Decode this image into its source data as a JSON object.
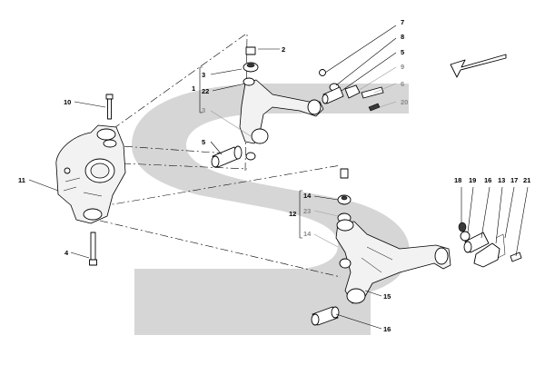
{
  "callouts": [
    {
      "id": "c2",
      "text": "2",
      "tone": "black"
    },
    {
      "id": "c7",
      "text": "7",
      "tone": "black"
    },
    {
      "id": "c8",
      "text": "8",
      "tone": "black"
    },
    {
      "id": "c5a",
      "text": "5",
      "tone": "black"
    },
    {
      "id": "c9",
      "text": "9",
      "tone": "grey"
    },
    {
      "id": "c6",
      "text": "6",
      "tone": "grey"
    },
    {
      "id": "c20",
      "text": "20",
      "tone": "grey"
    },
    {
      "id": "c3a",
      "text": "3",
      "tone": "black"
    },
    {
      "id": "c1",
      "text": "1",
      "tone": "black"
    },
    {
      "id": "c22",
      "text": "22",
      "tone": "black"
    },
    {
      "id": "c3b",
      "text": "3",
      "tone": "grey"
    },
    {
      "id": "c5b",
      "text": "5",
      "tone": "black"
    },
    {
      "id": "c10",
      "text": "10",
      "tone": "black"
    },
    {
      "id": "c11",
      "text": "11",
      "tone": "black"
    },
    {
      "id": "c4",
      "text": "4",
      "tone": "black"
    },
    {
      "id": "c14a",
      "text": "14",
      "tone": "black"
    },
    {
      "id": "c12",
      "text": "12",
      "tone": "black"
    },
    {
      "id": "c23",
      "text": "23",
      "tone": "grey"
    },
    {
      "id": "c14b",
      "text": "14",
      "tone": "grey"
    },
    {
      "id": "c15",
      "text": "15",
      "tone": "black"
    },
    {
      "id": "c16a",
      "text": "16",
      "tone": "black"
    },
    {
      "id": "c18",
      "text": "18",
      "tone": "black"
    },
    {
      "id": "c19",
      "text": "19",
      "tone": "black"
    },
    {
      "id": "c16b",
      "text": "16",
      "tone": "black"
    },
    {
      "id": "c13",
      "text": "13",
      "tone": "black"
    },
    {
      "id": "c17",
      "text": "17",
      "tone": "black"
    },
    {
      "id": "c21",
      "text": "21",
      "tone": "black"
    }
  ],
  "colors": {
    "watermark": "#d6d6d6",
    "ink": "#000000",
    "grey_label": "#8a8a8a"
  },
  "icons": {
    "direction": "front-arrow-icon",
    "watermark": "brand-logo-watermark"
  }
}
